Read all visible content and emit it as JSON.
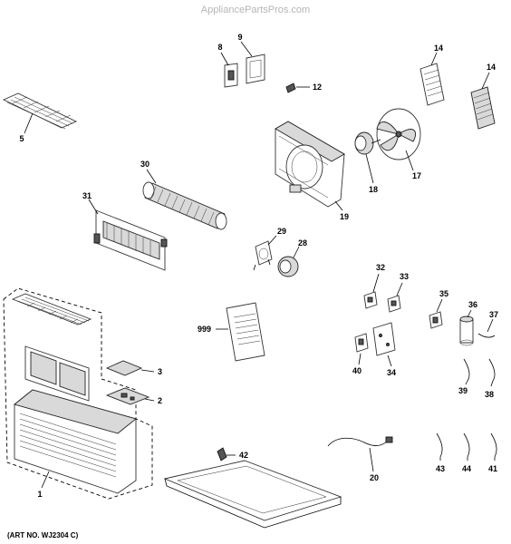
{
  "watermark": "AppliancePartsPros.com",
  "art_number": "(ART NO. WJ2304 C)",
  "labels": {
    "p1": "1",
    "p2": "2",
    "p3": "3",
    "p5": "5",
    "p8": "8",
    "p9": "9",
    "p12": "12",
    "p14a": "14",
    "p14b": "14",
    "p17": "17",
    "p18": "18",
    "p19": "19",
    "p20": "20",
    "p28": "28",
    "p29": "29",
    "p30": "30",
    "p31": "31",
    "p32": "32",
    "p33": "33",
    "p34": "34",
    "p35": "35",
    "p36": "36",
    "p37": "37",
    "p38": "38",
    "p39": "39",
    "p40": "40",
    "p41": "41",
    "p42": "42",
    "p43": "43",
    "p44": "44",
    "p999": "999"
  }
}
